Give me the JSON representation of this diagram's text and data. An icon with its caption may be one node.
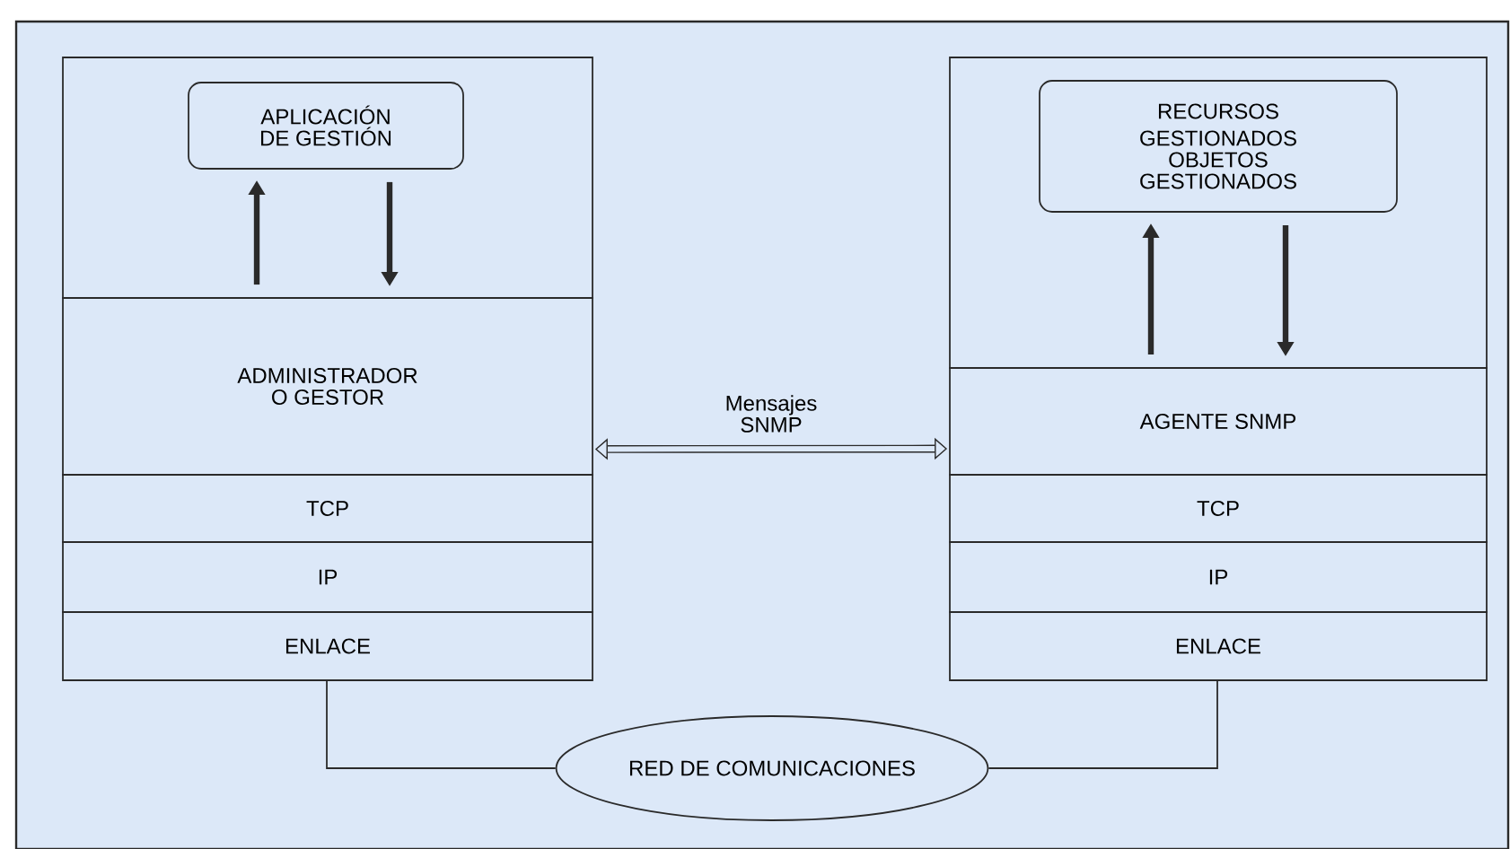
{
  "diagram": {
    "nodes": [
      {
        "text": [],
        "shape": "box"
      },
      {
        "text": [
          "APLICACIÓN DE GESTIÓN"
        ],
        "in": 0
      },
      {
        "text": [
          "ADMINISTRADOR O GESTOR"
        ]
      },
      {
        "text": [
          "TCP"
        ]
      },
      {
        "text": [
          "IP"
        ]
      },
      {
        "text": [
          "ENLACE"
        ]
      },
      {
        "text": [],
        "shape": "box"
      },
      {
        "text": [
          "RECURSOS GESTIONADOS",
          "OBJETOS GESTIONADOS"
        ],
        "in": 6
      },
      {
        "text": [
          "AGENTE SNMP"
        ]
      },
      {
        "text": [
          "TCP"
        ]
      },
      {
        "text": [
          "IP"
        ]
      },
      {
        "text": [
          "ENLACE"
        ]
      },
      {
        "text": [
          "RED DE COMUNICACIONES"
        ]
      }
    ],
    "edges": [
      {
        "from": 2,
        "to": 1,
        "arrow": "to"
      },
      {
        "from": 1,
        "to": 2,
        "arrow": "to"
      },
      {
        "from": 7,
        "to": 8,
        "arrow": "to"
      },
      {
        "from": 8,
        "to": 7,
        "arrow": "to"
      },
      {
        "from": 2,
        "to": 8,
        "arrow": "both",
        "label": "Mensajes SNMP"
      },
      {
        "from": 5,
        "to": 12,
        "arrow": "none"
      },
      {
        "from": 11,
        "to": 12,
        "arrow": "none"
      }
    ]
  }
}
